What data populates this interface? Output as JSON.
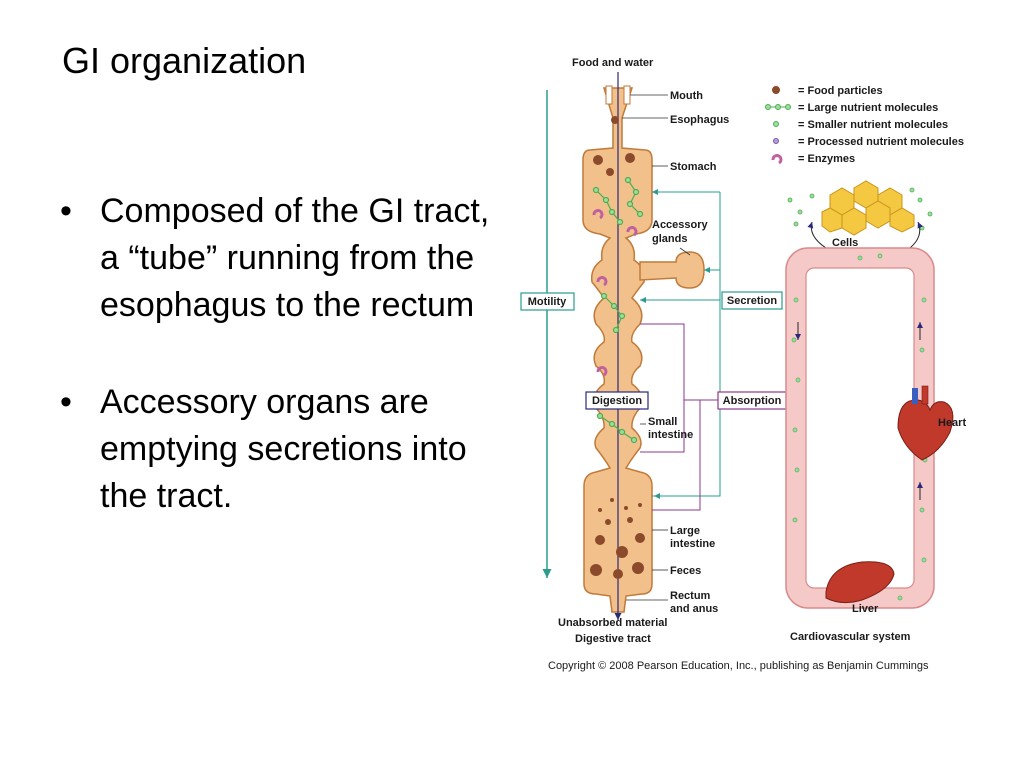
{
  "slide": {
    "title": "GI organization",
    "bullets": [
      "Composed of the GI tract, a “tube” running from the esophagus to the rectum",
      "Accessory organs are emptying secretions into the tract."
    ]
  },
  "diagram": {
    "labels": {
      "food_water": "Food and water",
      "mouth": "Mouth",
      "esophagus": "Esophagus",
      "stomach": "Stomach",
      "accessory_1": "Accessory",
      "accessory_2": "glands",
      "motility": "Motility",
      "secretion": "Secretion",
      "digestion": "Digestion",
      "absorption": "Absorption",
      "small_1": "Small",
      "small_2": "intestine",
      "large_1": "Large",
      "large_2": "intestine",
      "feces": "Feces",
      "rectum_1": "Rectum",
      "rectum_2": "and anus",
      "unabsorbed": "Unabsorbed material",
      "digestive_tract": "Digestive tract",
      "cells": "Cells",
      "heart": "Heart",
      "liver": "Liver",
      "cardiovascular": "Cardiovascular system"
    },
    "legend": [
      "= Food particles",
      "= Large nutrient molecules",
      "= Smaller nutrient molecules",
      "= Processed nutrient molecules",
      "= Enzymes"
    ],
    "copyright": "Copyright © 2008 Pearson Education, Inc., publishing as Benjamin Cummings",
    "colors": {
      "tract": "#f2c08a",
      "tract_edge": "#c07a3a",
      "vessel": "#f6c9c9",
      "vessel_edge": "#d98a8a",
      "teal_arrow": "#2a9d8f",
      "purple_arrow": "#8b3a8b",
      "food": "#8b4a2b",
      "green": "#4caf50",
      "enzyme": "#c060a0",
      "organ_red": "#c0392b"
    }
  }
}
